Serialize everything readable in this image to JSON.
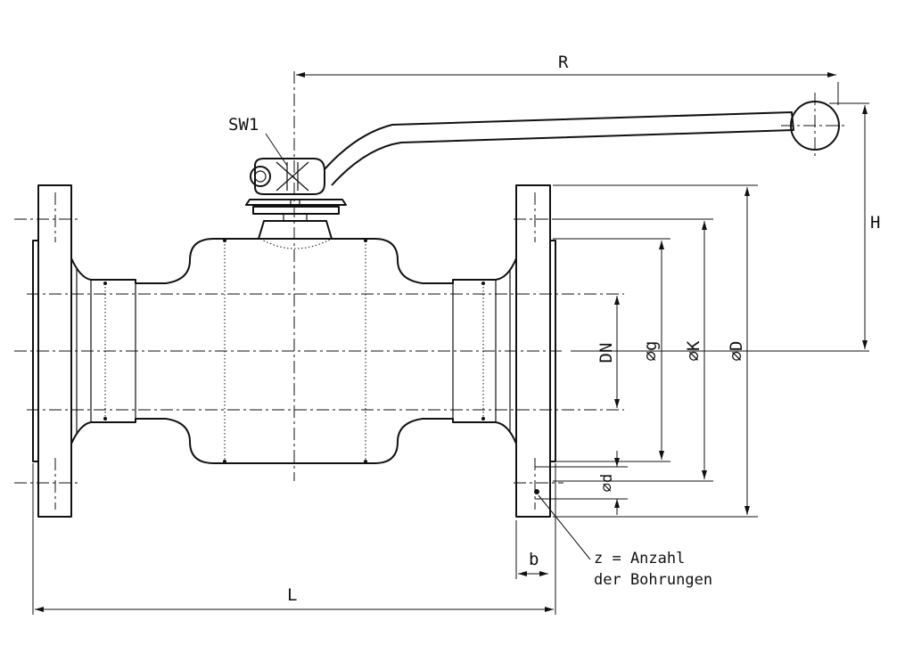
{
  "labels": {
    "sw1": "SW1",
    "r": "R",
    "h": "H",
    "dn": "DN",
    "g": "⌀g",
    "k": "⌀K",
    "D": "⌀D",
    "d": "⌀d",
    "b": "b",
    "l": "L",
    "note_line1": "z  =  Anzahl",
    "note_line2": "der  Bohrungen"
  },
  "colors": {
    "line": "#111111",
    "background": "#ffffff"
  }
}
